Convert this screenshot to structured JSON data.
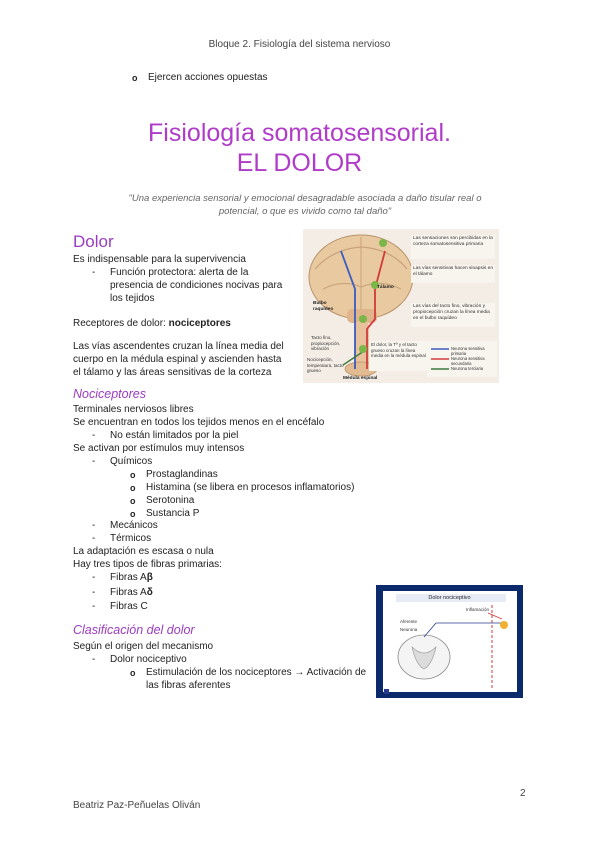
{
  "header": "Bloque 2. Fisiología del sistema nervioso",
  "top_bullet": "Ejercen acciones opuestas",
  "title_line1": "Fisiología somatosensorial.",
  "title_line2": "EL DOLOR",
  "quote_line1": "\"Una experiencia sensorial y emocional desagradable asociada a daño tisular real o",
  "quote_line2": "potencial, o que es vivido como tal daño\"",
  "dolor": {
    "heading": "Dolor",
    "p1": "Es indispensable para la supervivencia",
    "dash1_l1": "Función protectora: alerta de la",
    "dash1_l2": "presencia de condiciones nocivas para",
    "dash1_l3": "los tejidos",
    "receptores_prefix": "Receptores de dolor: ",
    "receptores_bold": "nociceptores",
    "vias_l1": "Las vías ascendentes cruzan la línea media del",
    "vias_l2": "cuerpo en la médula espinal y ascienden hasta",
    "vias_l3": "el tálamo y las áreas sensitivas de la corteza"
  },
  "nociceptores": {
    "heading": "Nociceptores",
    "l1": "Terminales nerviosos libres",
    "l2": "Se encuentran en todos los tejidos menos en el encéfalo",
    "d1": "No están limitados por la piel",
    "l3": "Se activan por estímulos muy intensos",
    "d2": "Químicos",
    "b1": "Prostaglandinas",
    "b2": "Histamina (se libera en procesos inflamatorios)",
    "b3": "Serotonina",
    "b4": "Sustancia P",
    "d3": "Mecánicos",
    "d4": "Térmicos",
    "l4": "La adaptación es escasa o nula",
    "l5": "Hay tres tipos de fibras primarias:",
    "f1_prefix": "Fibras A",
    "f1_sym": "β",
    "f2_prefix": "Fibras A",
    "f2_sym": "δ",
    "f3": "Fibras C"
  },
  "clasificacion": {
    "heading": "Clasificación del dolor",
    "l1": "Según el origen del mecanismo",
    "d1": "Dolor nociceptivo",
    "b1_l1": "Estimulación de los nociceptores → Activación de",
    "b1_l2": "las fibras aferentes"
  },
  "fig1": {
    "label_top": "Las sensaciones son percibidas en la corteza somatosensitiva primaria",
    "label_2": "Las vías sensitivas hacen sinapsis en el tálamo",
    "label_talamo": "Tálamo",
    "label_bulbo": "Bulbo raquídeo",
    "label_3": "Las vías del tacto fino, vibración y propiocepción cruzan la línea media en el bulbo raquídeo",
    "label_tacto": "Tacto fino, propiocepción, vibración",
    "label_noci": "Nocicepción, temperatura, tacto grueso",
    "label_4": "El dolor, la Tª y el tacto grueso cruzan la línea media en la médula espinal",
    "label_medula": "Médula espinal",
    "legend_1": "Neurona sensitiva primaria",
    "legend_2": "Neurona sensitiva secundaria",
    "legend_3": "Neurona terciaria"
  },
  "fig2": {
    "title": "Dolor nociceptivo",
    "label_a": "Inflamación",
    "label_b": "Aferente",
    "label_c": "Neurona"
  },
  "page_number": "2",
  "author": "Beatriz Paz-Peñuelas Oliván"
}
